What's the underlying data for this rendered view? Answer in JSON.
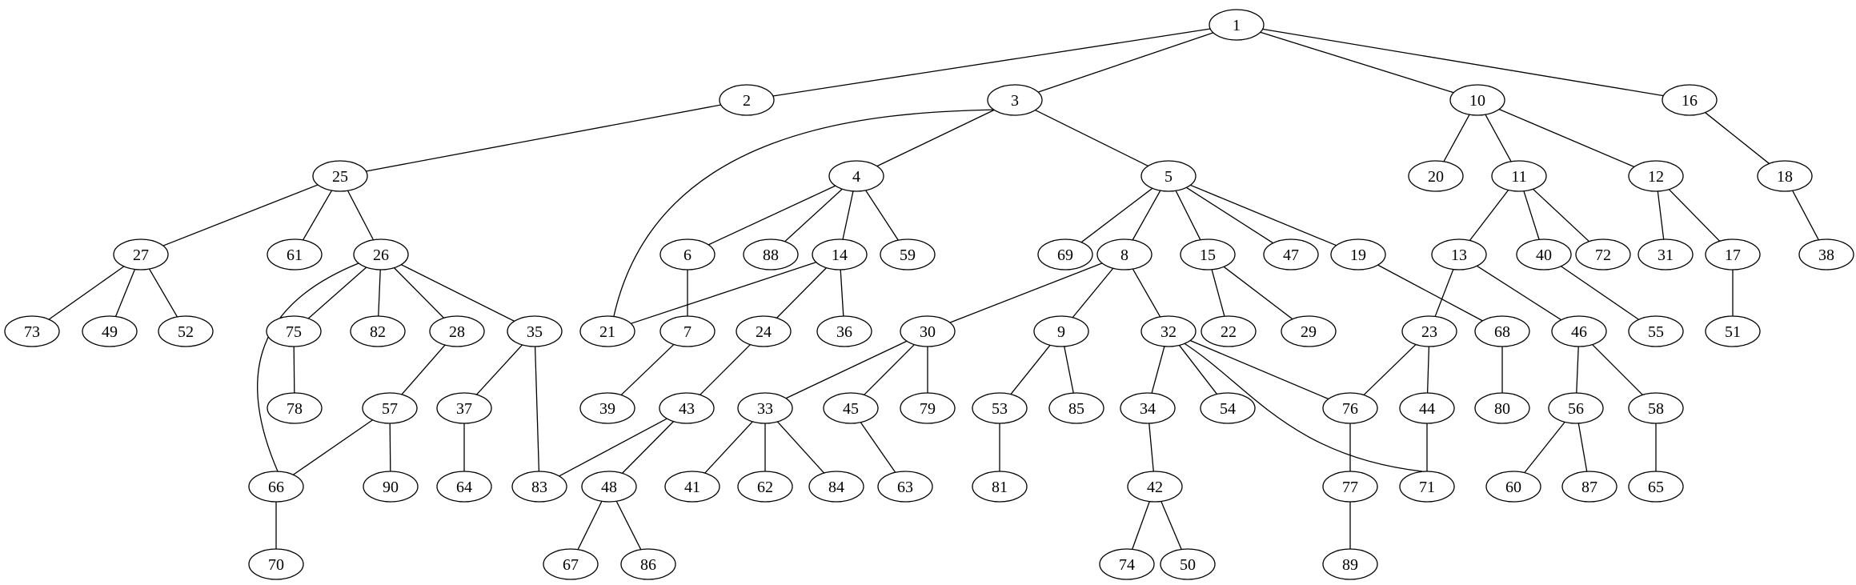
{
  "diagram": {
    "type": "tree-graph",
    "colors": {
      "node_fill": "#ffffff",
      "stroke": "#000000",
      "text": "#000000"
    },
    "nodes": [
      "1",
      "2",
      "3",
      "4",
      "5",
      "6",
      "7",
      "8",
      "9",
      "10",
      "11",
      "12",
      "13",
      "14",
      "15",
      "16",
      "17",
      "18",
      "19",
      "20",
      "21",
      "22",
      "23",
      "24",
      "25",
      "26",
      "27",
      "28",
      "29",
      "30",
      "31",
      "32",
      "33",
      "34",
      "35",
      "36",
      "37",
      "38",
      "39",
      "40",
      "41",
      "42",
      "43",
      "44",
      "45",
      "46",
      "47",
      "48",
      "49",
      "50",
      "51",
      "52",
      "53",
      "54",
      "55",
      "56",
      "57",
      "58",
      "59",
      "60",
      "61",
      "62",
      "63",
      "64",
      "65",
      "66",
      "67",
      "68",
      "69",
      "70",
      "71",
      "72",
      "73",
      "74",
      "75",
      "76",
      "77",
      "78",
      "79",
      "80",
      "81",
      "82",
      "83",
      "84",
      "85",
      "86",
      "87",
      "88",
      "89",
      "90"
    ],
    "edges": [
      [
        "1",
        "2"
      ],
      [
        "1",
        "3"
      ],
      [
        "1",
        "10"
      ],
      [
        "1",
        "16"
      ],
      [
        "2",
        "25"
      ],
      [
        "3",
        "4"
      ],
      [
        "3",
        "5"
      ],
      [
        "3",
        "21"
      ],
      [
        "10",
        "20"
      ],
      [
        "10",
        "11"
      ],
      [
        "10",
        "12"
      ],
      [
        "16",
        "18"
      ],
      [
        "25",
        "27"
      ],
      [
        "25",
        "61"
      ],
      [
        "25",
        "26"
      ],
      [
        "4",
        "6"
      ],
      [
        "4",
        "88"
      ],
      [
        "4",
        "14"
      ],
      [
        "4",
        "59"
      ],
      [
        "5",
        "69"
      ],
      [
        "5",
        "8"
      ],
      [
        "5",
        "15"
      ],
      [
        "5",
        "47"
      ],
      [
        "5",
        "19"
      ],
      [
        "11",
        "13"
      ],
      [
        "11",
        "40"
      ],
      [
        "11",
        "72"
      ],
      [
        "12",
        "31"
      ],
      [
        "12",
        "17"
      ],
      [
        "18",
        "38"
      ],
      [
        "27",
        "73"
      ],
      [
        "27",
        "49"
      ],
      [
        "27",
        "52"
      ],
      [
        "26",
        "66"
      ],
      [
        "26",
        "75"
      ],
      [
        "26",
        "82"
      ],
      [
        "26",
        "28"
      ],
      [
        "26",
        "35"
      ],
      [
        "6",
        "7"
      ],
      [
        "14",
        "21"
      ],
      [
        "14",
        "24"
      ],
      [
        "14",
        "36"
      ],
      [
        "8",
        "30"
      ],
      [
        "8",
        "9"
      ],
      [
        "8",
        "32"
      ],
      [
        "15",
        "22"
      ],
      [
        "15",
        "29"
      ],
      [
        "19",
        "68"
      ],
      [
        "13",
        "23"
      ],
      [
        "13",
        "46"
      ],
      [
        "40",
        "55"
      ],
      [
        "17",
        "51"
      ],
      [
        "75",
        "78"
      ],
      [
        "28",
        "57"
      ],
      [
        "35",
        "37"
      ],
      [
        "35",
        "83"
      ],
      [
        "7",
        "39"
      ],
      [
        "24",
        "43"
      ],
      [
        "30",
        "33"
      ],
      [
        "30",
        "45"
      ],
      [
        "30",
        "79"
      ],
      [
        "9",
        "53"
      ],
      [
        "9",
        "85"
      ],
      [
        "32",
        "34"
      ],
      [
        "32",
        "54"
      ],
      [
        "32",
        "76"
      ],
      [
        "32",
        "71"
      ],
      [
        "23",
        "76"
      ],
      [
        "23",
        "44"
      ],
      [
        "68",
        "80"
      ],
      [
        "46",
        "56"
      ],
      [
        "46",
        "58"
      ],
      [
        "57",
        "66"
      ],
      [
        "57",
        "90"
      ],
      [
        "37",
        "64"
      ],
      [
        "43",
        "83"
      ],
      [
        "43",
        "48"
      ],
      [
        "33",
        "41"
      ],
      [
        "33",
        "62"
      ],
      [
        "33",
        "84"
      ],
      [
        "45",
        "63"
      ],
      [
        "53",
        "81"
      ],
      [
        "34",
        "42"
      ],
      [
        "76",
        "77"
      ],
      [
        "44",
        "71"
      ],
      [
        "56",
        "60"
      ],
      [
        "56",
        "87"
      ],
      [
        "58",
        "65"
      ],
      [
        "66",
        "70"
      ],
      [
        "48",
        "67"
      ],
      [
        "48",
        "86"
      ],
      [
        "42",
        "74"
      ],
      [
        "42",
        "50"
      ],
      [
        "77",
        "89"
      ]
    ]
  }
}
